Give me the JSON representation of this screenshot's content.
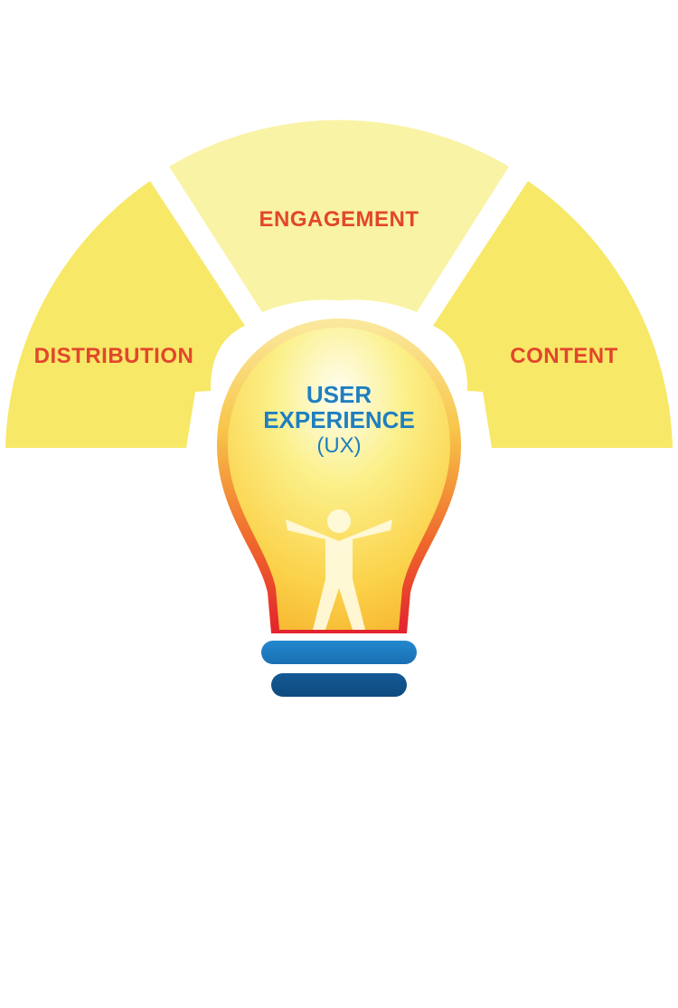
{
  "colors": {
    "segment_side": "#f7e867",
    "segment_top": "#f9f3a5",
    "label_red": "#e2462c",
    "ux_blue": "#1f7fc0",
    "bulb_outline_top": "#f7c93a",
    "bulb_outline_bottom": "#e3232d",
    "base_band_light": "#1e7cc2",
    "base_band_dark": "#0e4f86"
  },
  "segments": {
    "left": "DISTRIBUTION",
    "top": "ENGAGEMENT",
    "right": "CONTENT"
  },
  "bulb": {
    "line1": "USER",
    "line2": "EXPERIENCE",
    "line3": "(UX)",
    "figure_icon": "person-arms-raised-icon"
  }
}
